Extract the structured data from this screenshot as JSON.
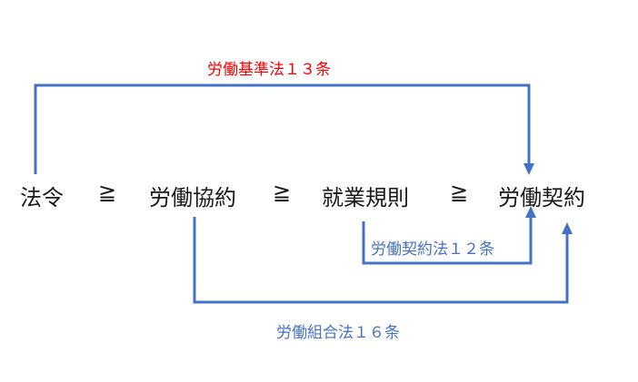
{
  "diagram": {
    "nodes": [
      "法令",
      "労働協約",
      "就業規則",
      "労働契約"
    ],
    "relation": "≧",
    "arrows": [
      {
        "label": "労働基準法１３条",
        "from": "法令",
        "to": "労働契約",
        "label_color": "#ff0000"
      },
      {
        "label": "労働契約法１２条",
        "from": "就業規則",
        "to": "労働契約",
        "label_color": "#4472c4"
      },
      {
        "label": "労働組合法１６条",
        "from": "労働協約",
        "to": "労働契約",
        "label_color": "#4472c4"
      }
    ],
    "line_color": "#4472c4"
  }
}
